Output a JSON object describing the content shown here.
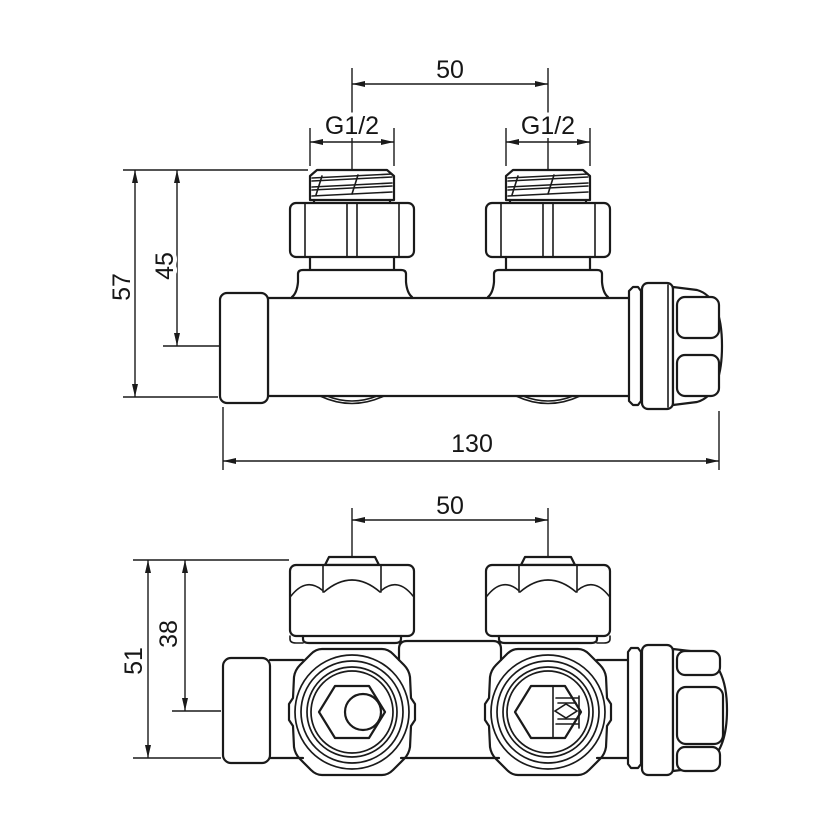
{
  "drawing": {
    "kind": "technical line drawing, two orthographic views of a twin radiator H-block valve",
    "background_color": "#ffffff",
    "line_color": "#1a1a1a"
  },
  "top_view": {
    "spacing": "50",
    "thread_left": "G1/2",
    "thread_right": "G1/2",
    "height_total": "57",
    "height_to_axis": "45",
    "length": "130"
  },
  "bottom_view": {
    "spacing": "50",
    "height_total": "51",
    "height_to_axis": "38"
  }
}
